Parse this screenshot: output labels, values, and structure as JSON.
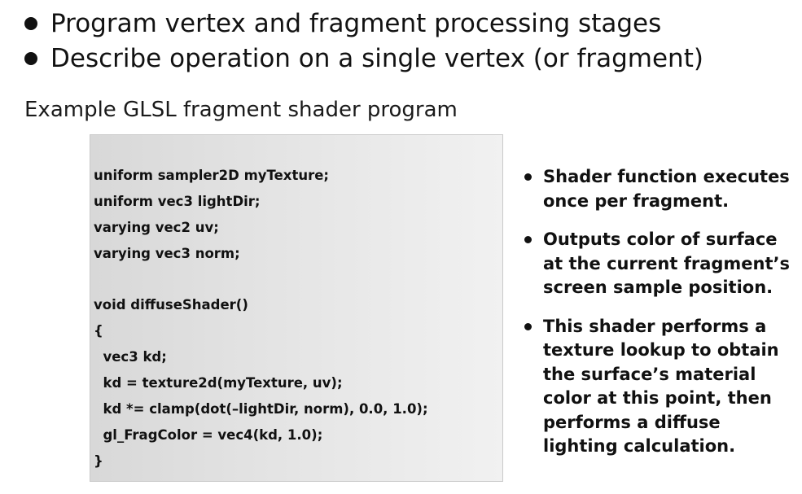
{
  "top_bullets": [
    "Program vertex and fragment processing stages",
    "Describe operation on a single vertex (or fragment)"
  ],
  "subtitle": "Example GLSL fragment shader program",
  "code_lines": [
    "uniform sampler2D myTexture;",
    "uniform vec3 lightDir;",
    "varying vec2 uv;",
    "varying vec3 norm;",
    "",
    "void diffuseShader()",
    "{",
    "  vec3 kd;",
    "  kd = texture2d(myTexture, uv);",
    "  kd *= clamp(dot(–lightDir, norm), 0.0, 1.0);",
    "  gl_FragColor = vec4(kd, 1.0);",
    "}"
  ],
  "side_bullets": [
    [
      "Shader function executes",
      "once per fragment."
    ],
    [
      "Outputs color of surface",
      "at the current fragment’s",
      "screen sample position."
    ],
    [
      "This shader performs a",
      "texture lookup to obtain",
      "the surface’s material",
      "color at this point, then",
      "performs a diffuse",
      "lighting calculation."
    ]
  ]
}
